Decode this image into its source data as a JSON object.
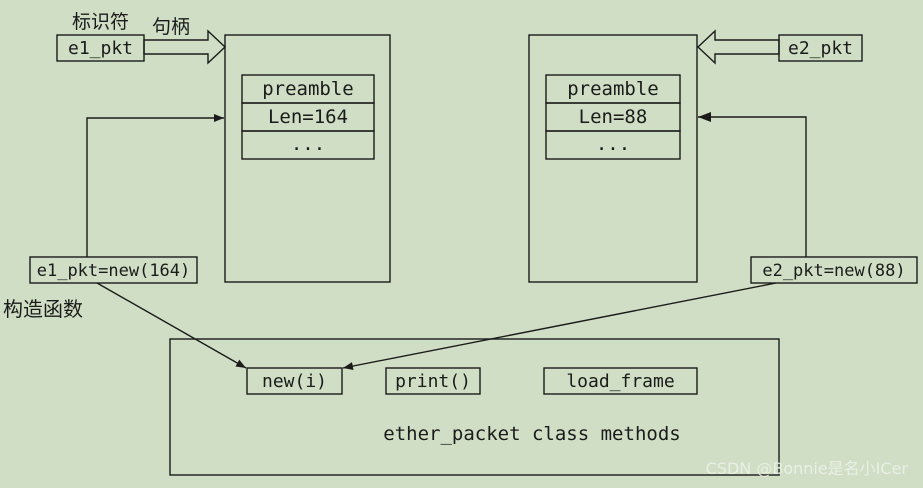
{
  "colors": {
    "background": "#cfdec4",
    "stroke": "#1b1b1b",
    "text": "#1b1b1b",
    "watermark": "#eef1ea"
  },
  "annotations": {
    "identifier": "标识符",
    "handle": "句柄",
    "constructor": "构造函数"
  },
  "handles": [
    "e1_pkt",
    "e2_pkt"
  ],
  "objects": [
    {
      "fields": [
        "preamble",
        "Len=164",
        "..."
      ]
    },
    {
      "fields": [
        "preamble",
        "Len=88",
        "..."
      ]
    }
  ],
  "constructor_calls": [
    "e1_pkt=new(164)",
    "e2_pkt=new(88)"
  ],
  "class": {
    "methods": [
      "new(i)",
      "print()",
      "load_frame"
    ],
    "caption": "ether_packet class methods"
  },
  "watermark": "CSDN @Bonnie是名小ICer"
}
